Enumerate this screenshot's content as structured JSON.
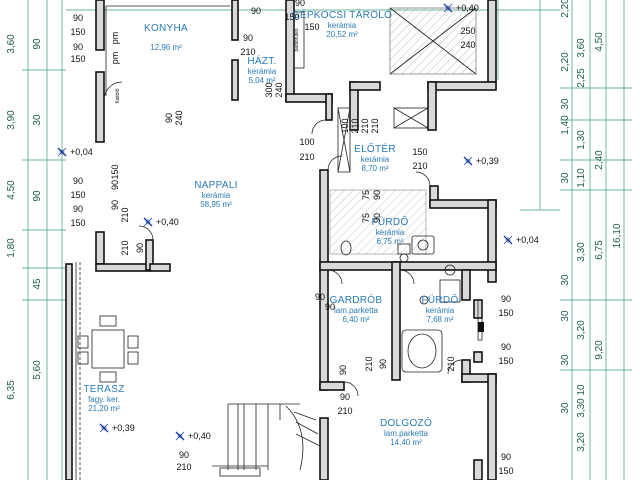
{
  "rooms": [
    {
      "id": "konyha",
      "name": "KONYHA",
      "material": "",
      "area": "12,96 m²"
    },
    {
      "id": "hazt",
      "name": "HÁZT.",
      "material": "kerámia",
      "area": "5,04 m²"
    },
    {
      "id": "gepkocsi",
      "name": "GÉPKOCSI TÁROLÓ",
      "material": "kerámia",
      "area": "20,52 m²"
    },
    {
      "id": "nappali",
      "name": "NAPPALI",
      "material": "kerámia",
      "area": "58,95 m²"
    },
    {
      "id": "eloter",
      "name": "ELŐTÉR",
      "material": "kerámia",
      "area": "8,70 m²"
    },
    {
      "id": "furdo1",
      "name": "FÜRDŐ",
      "material": "kerámia",
      "area": "6,75 m²"
    },
    {
      "id": "gardrob",
      "name": "GARDRÓB",
      "material": "lam.parketta",
      "area": "6,40 m²"
    },
    {
      "id": "furdo2",
      "name": "FÜRDŐ",
      "material": "kerámia",
      "area": "7,68 m²"
    },
    {
      "id": "terasz",
      "name": "TERASZ",
      "material": "fagy. ker.",
      "area": "21,20 m²"
    },
    {
      "id": "dolgozo",
      "name": "DOLGOZÓ",
      "material": "lam.parketta",
      "area": "14,40 m²"
    }
  ],
  "levels": [
    "+0,40",
    "+0,04",
    "+0,40",
    "+0,39",
    "+0,04",
    "+0,39",
    "+0,40"
  ],
  "opening_labels": [
    "90",
    "150",
    "90",
    "150",
    "pm",
    "pm",
    "90",
    "210",
    "90",
    "240",
    "300",
    "240",
    "100",
    "210",
    "100",
    "210",
    "210",
    "210",
    "150",
    "210",
    "75",
    "90",
    "75",
    "90",
    "90",
    "150",
    "90",
    "150",
    "90",
    "210",
    "90",
    "210",
    "90",
    "210",
    "90",
    "210",
    "90",
    "150",
    "90",
    "150",
    "90",
    "150",
    "210",
    "90",
    "210",
    "90",
    "250",
    "240",
    "90",
    "150",
    "90",
    "150",
    "90",
    "150",
    "90",
    "90"
  ],
  "left_dims_outer": [
    "3,60",
    "3,90",
    "4,50",
    "1,80",
    "6,35"
  ],
  "left_dims_inner": [
    "90",
    "30",
    "90",
    "45",
    "5,60"
  ],
  "right_dims_a": [
    "3,60",
    "2,25",
    "1,30",
    "1,10",
    "3,30",
    "3,20",
    "3,30",
    "3,20"
  ],
  "right_dims_b": [
    "4,50",
    "2,40",
    "6,75",
    "9,20"
  ],
  "right_dims_c": [
    "2,20",
    "2,20",
    "16,10",
    "30",
    "10",
    "30",
    "30",
    "30",
    "30",
    "30",
    "1,40"
  ],
  "small_labels": {
    "pm": "pm",
    "kemeny": "füstölő",
    "szellozo": "padlófűtés"
  }
}
